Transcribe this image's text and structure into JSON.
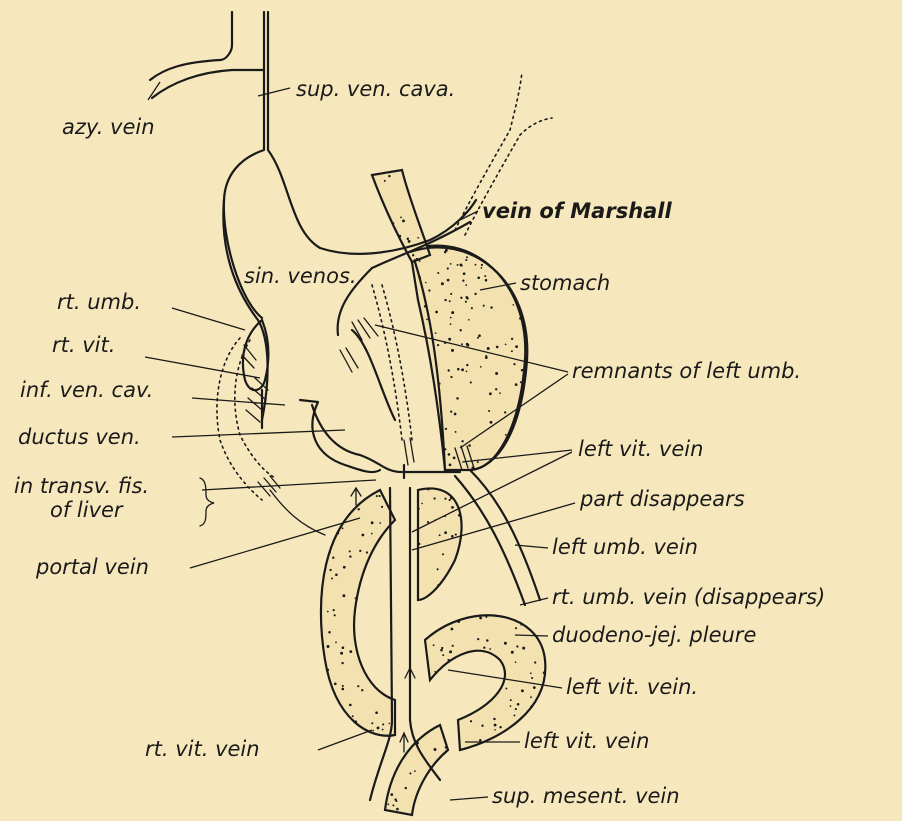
{
  "labels": {
    "azy_vein": "azy. vein",
    "sup_ven_cava": "sup. ven. cava.",
    "vein_of_marshall": "vein of Marshall",
    "sin_venos": "sin. venos.",
    "stomach": "stomach",
    "rt_umb": "rt. umb.",
    "rt_vit": "rt. vit.",
    "remnants_left_umb": "remnants of left umb.",
    "inf_ven_cav": "inf. ven. cav.",
    "ductus_ven": "ductus ven.",
    "left_vit_vein_1": "left vit. vein",
    "in_transv_fis": "in transv. fis.",
    "of_liver": "of liver",
    "part_disappears": "part disappears",
    "portal_vein": "portal vein",
    "left_umb_vein": "left umb. vein",
    "rt_umb_vein_disappears": "rt. umb. vein (disappears)",
    "duodeno_jej_pleure": "duodeno-jej. pleure",
    "left_vit_vein_2": "left vit. vein.",
    "rt_vit_vein": "rt. vit. vein",
    "left_vit_vein_3": "left vit. vein",
    "sup_mesent_vein": "sup. mesent. vein"
  },
  "colors": {
    "background": "#f6e8bc",
    "ink": "#1a1a1a"
  }
}
